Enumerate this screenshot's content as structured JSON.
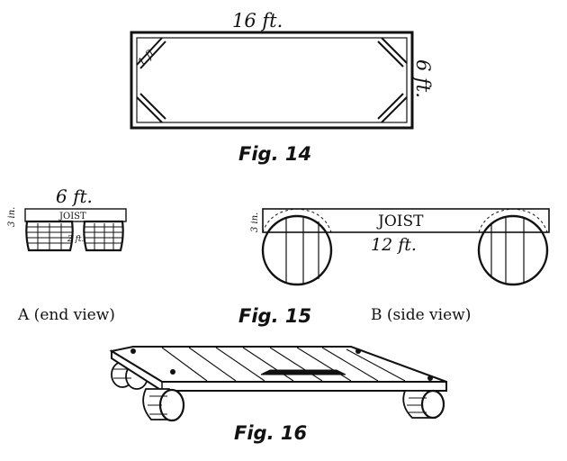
{
  "fig14": {
    "top_label": "16 ft.",
    "side_label": "6 ft.",
    "corner_label": "1 ft.",
    "caption": "Fig. 14"
  },
  "fig15": {
    "a_width_label": "6 ft.",
    "a_height_label": "3 in.",
    "a_joist_label": "JOIST",
    "a_wheel_label": "2 ft.",
    "a_view_label": "A (end view)",
    "b_height_label": "3 in.",
    "b_joist_label": "JOIST",
    "b_length_label": "12 ft.",
    "b_view_label": "B (side view)",
    "caption": "Fig. 15"
  },
  "fig16": {
    "caption": "Fig. 16"
  }
}
